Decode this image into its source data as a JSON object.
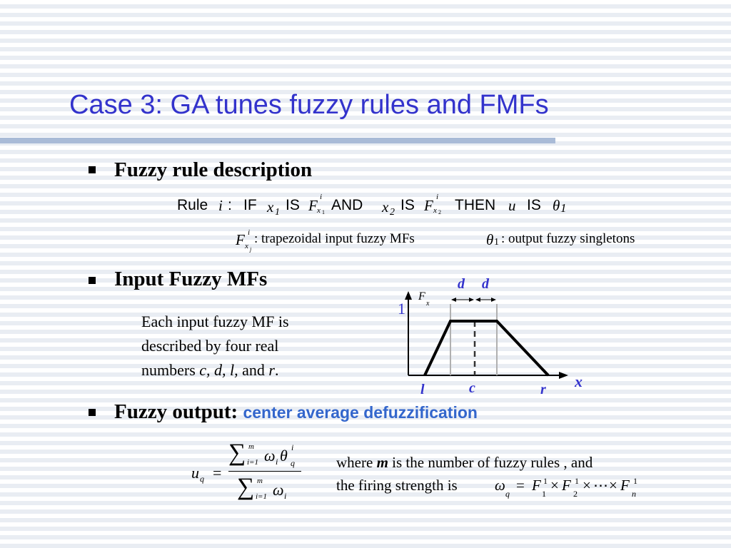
{
  "title": "Case 3: GA tunes fuzzy rules and FMFs",
  "bullets": {
    "b1": "Fuzzy rule description",
    "b2": "Input Fuzzy MFs",
    "b3_label": "Fuzzy output:",
    "b3_highlight": "center average defuzzification"
  },
  "rule": {
    "rule_word": "Rule",
    "i": "i",
    "colon": ":",
    "if": "IF",
    "x1": "x",
    "x1_sub": "1",
    "is1": "IS",
    "F1": "F",
    "F1_sup": "i",
    "F1_sub": "x",
    "F1_subsub": "1",
    "and": "AND",
    "x2": "x",
    "x2_sub": "2",
    "is2": "IS",
    "F2": "F",
    "F2_sup": "i",
    "F2_sub": "x",
    "F2_subsub": "2",
    "then": "THEN",
    "u": "u",
    "is3": "IS",
    "theta": "θ",
    "theta_sub": "1"
  },
  "legend": {
    "F": "F",
    "F_sup": "i",
    "F_sub": "x",
    "F_subsub": "j",
    "input_desc": ": trapezoidal input fuzzy MFs",
    "theta": "θ",
    "theta_sub": "1",
    "output_desc": ": output fuzzy singletons"
  },
  "mf_desc": {
    "line1": "Each input fuzzy MF is",
    "line2": "described by four real",
    "line3_prefix": "numbers ",
    "line3_vars": "c, d, l,",
    "line3_and": " and ",
    "line3_r": "r",
    "line3_end": "."
  },
  "diagram": {
    "d_left": "d",
    "d_right": "d",
    "F": "F",
    "F_sub": "x",
    "one": "1",
    "l": "l",
    "c": "c",
    "r": "r",
    "x": "x",
    "color_blue": "#3333cc"
  },
  "formula": {
    "u": "u",
    "u_sub": "q",
    "eq": "=",
    "sigma": "∑",
    "m": "m",
    "i_eq_1": "i=1",
    "omega": "ω",
    "omega_sub": "i",
    "theta": "θ",
    "theta_sup": "i",
    "theta_sub": "q"
  },
  "where": {
    "w1_pre": "where ",
    "w1_m": "m",
    "w1_post": " is the number of fuzzy rules , and",
    "w2": "the firing strength is",
    "omega": "ω",
    "omega_sub": "q",
    "eq": "=",
    "F": "F",
    "s1": "1",
    "s2": "2",
    "sn": "n",
    "sup": "1",
    "times": "×",
    "dots": "⋯"
  }
}
